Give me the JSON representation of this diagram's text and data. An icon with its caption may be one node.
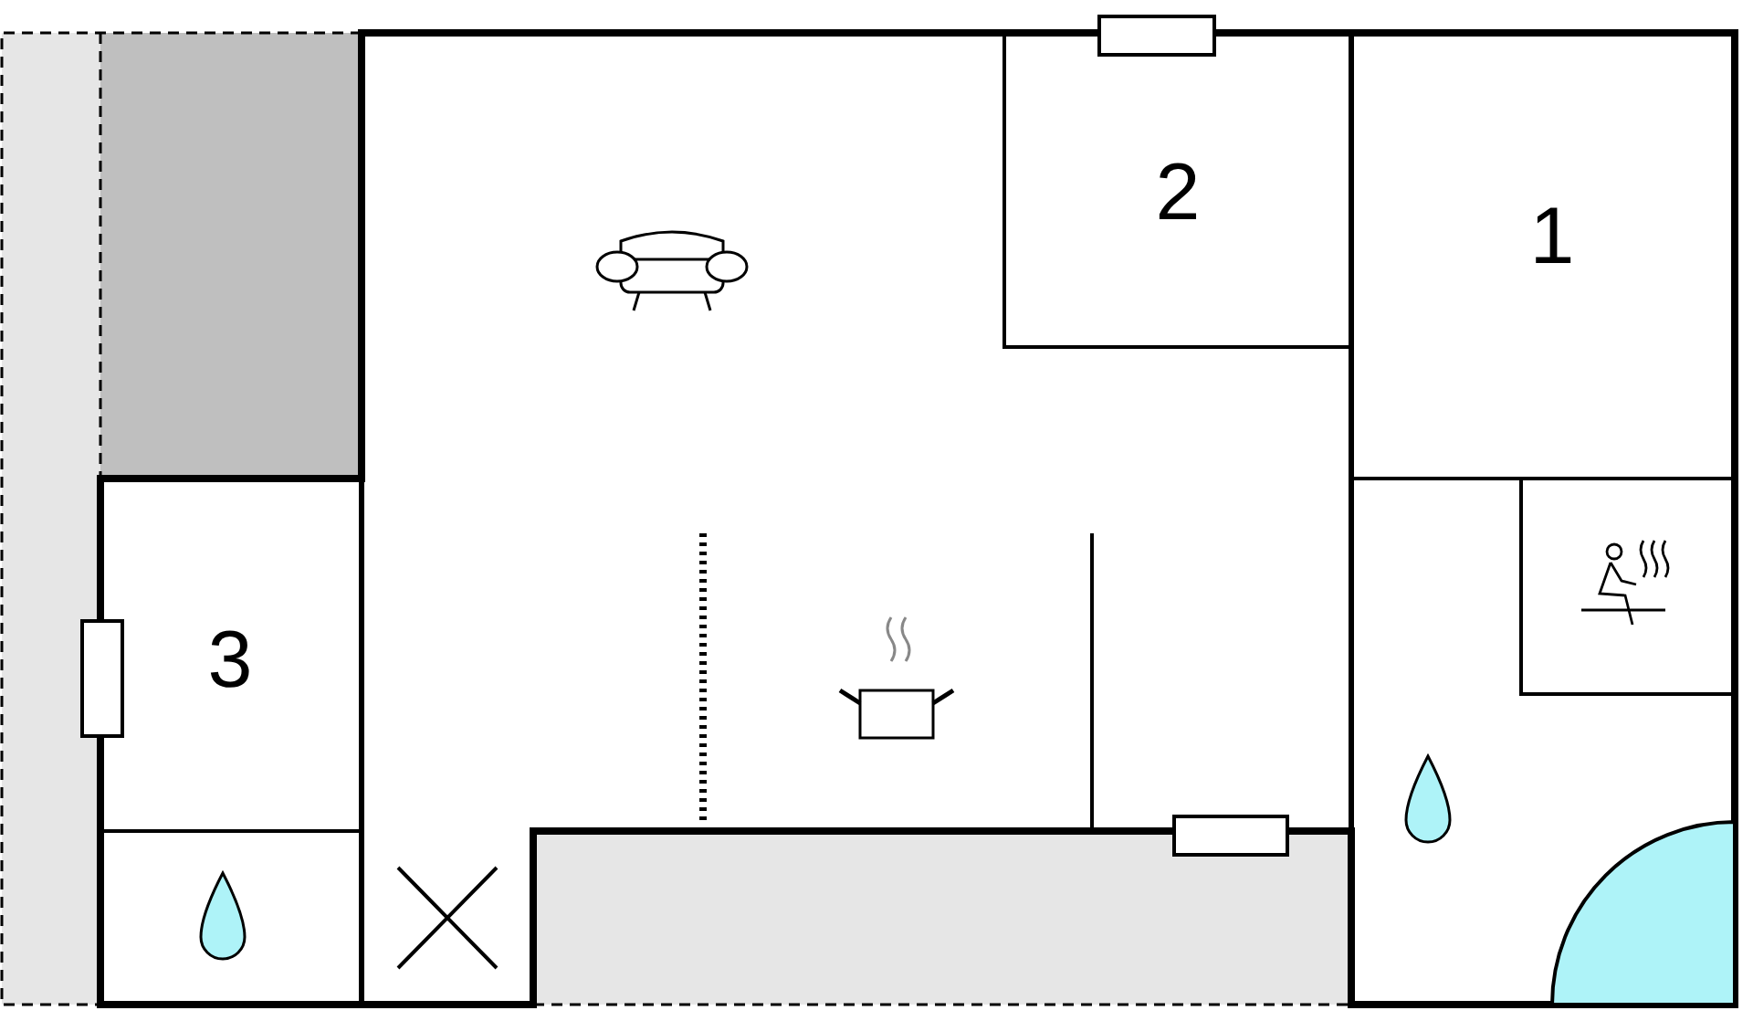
{
  "diagram": {
    "labels": [
      "2",
      "1",
      "3"
    ]
  }
}
